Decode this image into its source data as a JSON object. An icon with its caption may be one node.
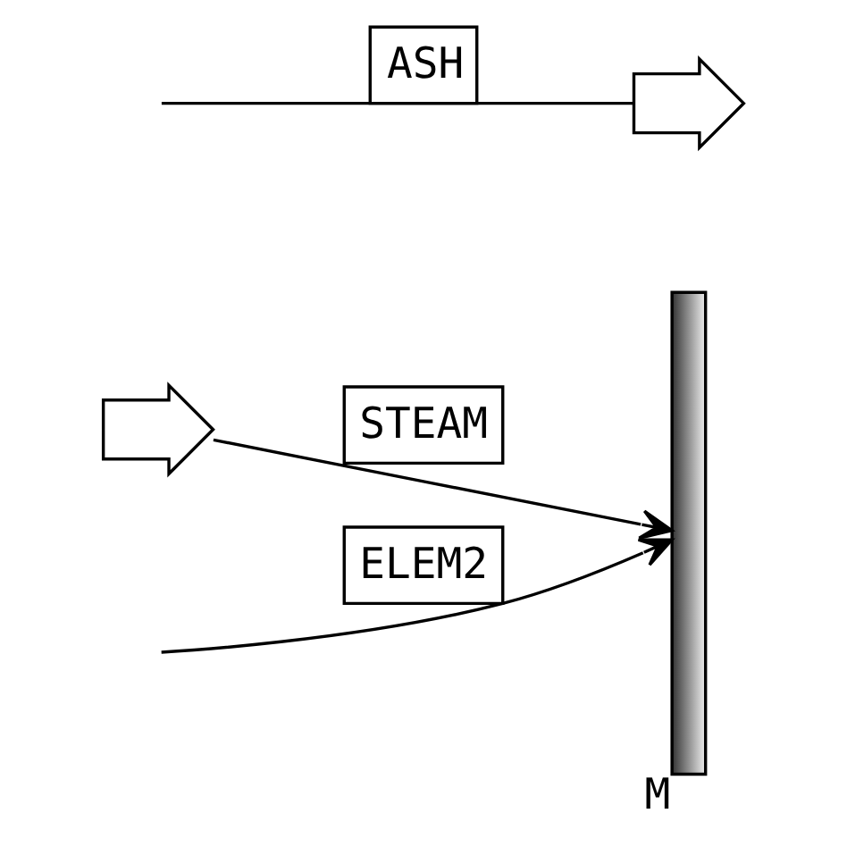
{
  "diagram": {
    "nodes": [
      {
        "text": [],
        "shape": "arrow"
      },
      {
        "text": [
          "M"
        ]
      },
      {
        "text": [],
        "shape": "arrow"
      }
    ],
    "edges": [
      {
        "from": 0,
        "to": 1,
        "arrow": "to",
        "label": "STEAM"
      },
      {
        "from": null,
        "to": 1,
        "arrow": "to",
        "label": "ELEM2"
      },
      {
        "from": null,
        "to": 2,
        "arrow": "none",
        "label": "ASH"
      }
    ]
  }
}
